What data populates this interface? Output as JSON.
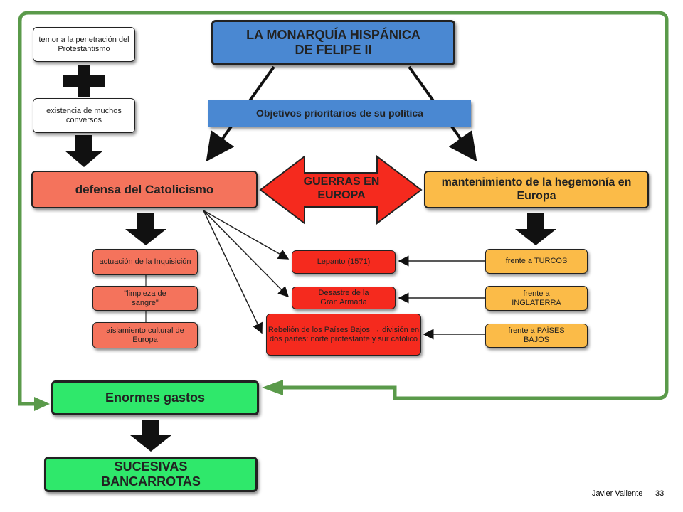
{
  "title": "LA MONARQUÍA HISPÁNICA DE FELIPE II",
  "objectives": "Objetivos prioritarios de su política",
  "causes": [
    "temor a la penetración del Protestantismo",
    "existencia de muchos conversos"
  ],
  "defense": "defensa del Catolicismo",
  "wars": "GUERRAS EN EUROPA",
  "hegemony": "mantenimiento de la hegemonía en Europa",
  "defense_items": [
    "actuación de la Inquisición",
    "\"limpieza de sangre\"",
    "aislamiento cultural de Europa"
  ],
  "war_events": [
    "Lepanto (1571)",
    "Desastre de la Gran Armada",
    "Rebelión de los Países Bajos → división en dos partes: norte protestante y sur católico"
  ],
  "fronts": [
    "frente a TURCOS",
    "frente a INGLATERRA",
    "frente a PAÍSES BAJOS"
  ],
  "expenses": "Enormes gastos",
  "bankruptcies": "SUCESIVAS BANCARROTAS",
  "footer": {
    "author": "Javier Valiente",
    "page": "33"
  },
  "colors": {
    "blue": "#4a88d2",
    "salmon": "#f4735c",
    "orange": "#fbbb48",
    "red": "#f52a1e",
    "green": "#2fe86b",
    "loop": "#5a9a4a"
  }
}
